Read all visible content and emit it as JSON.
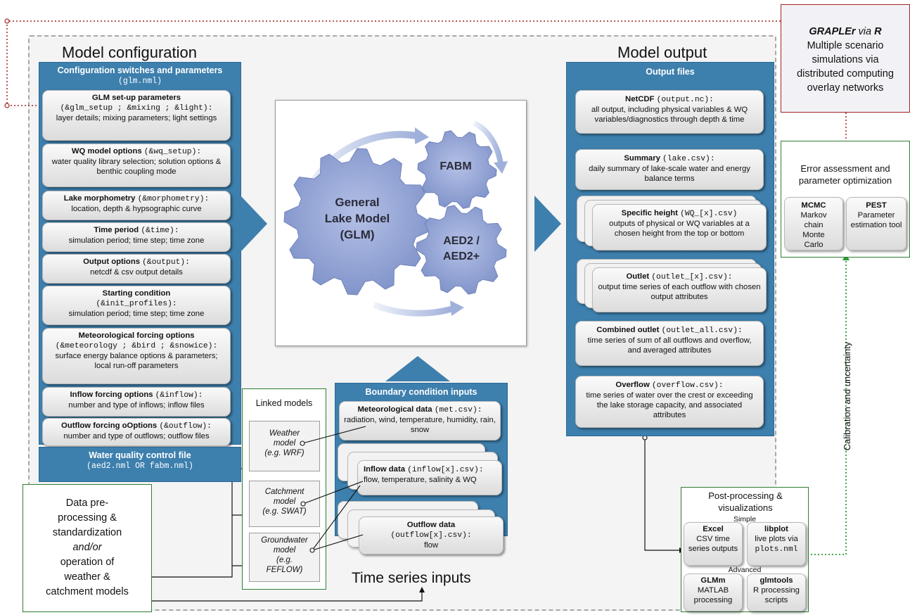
{
  "model_config": {
    "title": "Model configuration",
    "panel_title": "Configuration switches and parameters",
    "panel_file": "(glm.nml)",
    "cards": [
      {
        "bold": "GLM set-up parameters",
        "code": "(&glm_setup ; &mixing ; &light):",
        "text": "layer details; mixing parameters; light settings"
      },
      {
        "bold": "WQ model options",
        "code": "(&wq_setup):",
        "text": "water quality library selection; solution options & benthic coupling mode"
      },
      {
        "bold": "Lake morphometry",
        "code": "(&morphometry):",
        "text": "location, depth & hypsographic curve"
      },
      {
        "bold": "Time period",
        "code": "(&time):",
        "text": "simulation period; time step; time zone"
      },
      {
        "bold": "Output options",
        "code": "(&output):",
        "text": "netcdf & csv output details"
      },
      {
        "bold": "Starting condition",
        "code": "(&init_profiles):",
        "text": "simulation period; time step; time zone"
      },
      {
        "bold": "Meteorological forcing options",
        "code": "(&meteorology ; &bird ; &snowice):",
        "text": "surface energy balance options & parameters; local run-off parameters"
      },
      {
        "bold": "Inflow forcing options",
        "code": "(&inflow):",
        "text": "number and type of inflows; inflow files"
      },
      {
        "bold": "Outflow forcing oOptions",
        "code": "(&outflow):",
        "text": "number and type of outflows; outflow files"
      }
    ],
    "wq_title": "Water quality control file",
    "wq_file": "(aed2.nml OR fabm.nml)"
  },
  "gears": {
    "main": "General Lake Model (GLM)",
    "main_lines": [
      "General",
      "Lake Model",
      "(GLM)"
    ],
    "fabm": "FABM",
    "aed_lines": [
      "AED2 /",
      "AED2+"
    ]
  },
  "model_output": {
    "title": "Model output",
    "panel_title": "Output files",
    "cards": [
      {
        "bold": "NetCDF",
        "code": "(output.nc):",
        "text": "all output, including physical variables & WQ variables/diagnostics through depth & time"
      },
      {
        "bold": "Summary",
        "code": "(lake.csv):",
        "text": "daily summary of lake-scale water and energy balance terms"
      },
      {
        "bold": "Specific height",
        "code": "(WQ_[x].csv)",
        "text": "outputs of physical or WQ variables at a chosen height from the top or bottom"
      },
      {
        "bold": "Outlet",
        "code": "(outlet_[x].csv):",
        "text": "output time series of each outflow with chosen output attributes"
      },
      {
        "bold": "Combined outlet",
        "code": "(outlet_all.csv):",
        "text": "time series of sum of all outflows and overflow, and averaged attributes"
      },
      {
        "bold": "Overflow",
        "code": "(overflow.csv):",
        "text": "time series of water over the crest or exceeding the lake storage capacity, and associated attributes"
      }
    ]
  },
  "boundary": {
    "panel_title": "Boundary condition inputs",
    "met": {
      "bold": "Meteorological data",
      "code": "(met.csv):",
      "text": "radiation, wind, temperature, humidity, rain, snow"
    },
    "inflow": {
      "bold": "Inflow data",
      "code": "(inflow[x].csv):",
      "text": "flow, temperature, salinity & WQ"
    },
    "outflow": {
      "bold": "Outflow data",
      "code": "(outflow[x].csv):",
      "text": "flow"
    },
    "caption": "Time series inputs"
  },
  "linked": {
    "title": "Linked models",
    "weather": [
      "Weather",
      "model",
      "(e.g. WRF)"
    ],
    "catchment": [
      "Catchment",
      "model",
      "(e.g. SWAT)"
    ],
    "groundwater": [
      "Groundwater",
      "model",
      "(e.g.",
      "FEFLOW)"
    ]
  },
  "preproc": {
    "lines": [
      "Data pre-",
      "processing &",
      "standardization"
    ],
    "italic": "and/or",
    "lines2": [
      "operation of",
      "weather &",
      "catchment models"
    ]
  },
  "grapler": {
    "title_bold": "GRAPLEr",
    "title_via": "via",
    "title_r": "R",
    "text": "Multiple scenario simulations via distributed computing overlay networks"
  },
  "error": {
    "title": "Error assessment and parameter optimization",
    "mcmc": {
      "bold": "MCMC",
      "text": "Markov chain Monte Carlo"
    },
    "pest": {
      "bold": "PEST",
      "text": "Parameter estimation tool"
    }
  },
  "calibration": "Calibration and uncertainty",
  "postproc": {
    "title": "Post-processing & visualizations",
    "simple": "Simple",
    "advanced": "Advanced",
    "excel": {
      "bold": "Excel",
      "text": "CSV time series outputs"
    },
    "libplot": {
      "bold": "libplot",
      "text": "live plots via",
      "code": "plots.nml"
    },
    "glmm": {
      "bold": "GLMm",
      "text": "MATLAB processing"
    },
    "glmtools": {
      "bold": "glmtools",
      "text": "R processing scripts"
    }
  },
  "colors": {
    "panel_blue": "#3d7fad",
    "gear": "#8c9fd0",
    "green": "#2e7d32",
    "red": "#a32222"
  }
}
